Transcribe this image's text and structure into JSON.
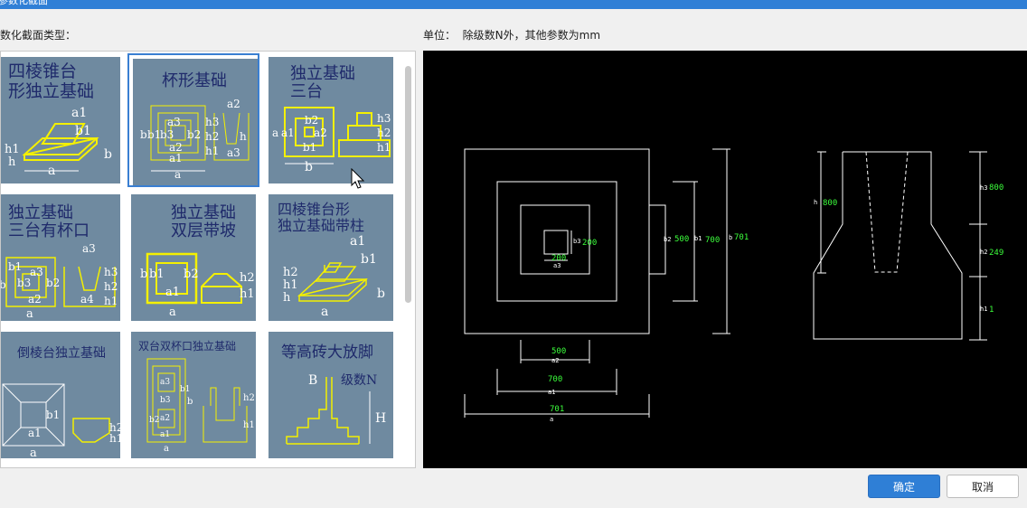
{
  "window": {
    "title_fragment": "参数化截面"
  },
  "labels": {
    "section_type": "数化截面类型：",
    "unit_label": "单位：",
    "unit_text": "除级数N外，其他参数为mm"
  },
  "tiles": [
    {
      "title1": "四棱锥台",
      "title2": "形独立基础",
      "dims": [
        "a1",
        "b1",
        "h1",
        "h",
        "a",
        "b"
      ]
    },
    {
      "title1": "杯形基础",
      "title2": "",
      "dims": [
        "a2",
        "a3",
        "b",
        "b1",
        "b3",
        "b2",
        "a2",
        "a1",
        "h3",
        "h2",
        "h1",
        "h",
        "a3",
        "a"
      ]
    },
    {
      "title1": "独立基础",
      "title2": "三台",
      "dims": [
        "b2",
        "a",
        "a1",
        "a2",
        "b1",
        "h3",
        "h2",
        "h1",
        "b"
      ]
    },
    {
      "title1": "独立基础",
      "title2": "三台有杯口",
      "dims": [
        "a3",
        "b1",
        "a3",
        "b3",
        "b2",
        "b",
        "a2",
        "a",
        "h3",
        "h2",
        "h1",
        "a4"
      ]
    },
    {
      "title1": "独立基础",
      "title2": "双层带坡",
      "dims": [
        "b",
        "b1",
        "b2",
        "a1",
        "a",
        "h2",
        "h1"
      ]
    },
    {
      "title1": "四棱锥台形",
      "title2": "独立基础带柱",
      "dims": [
        "a1",
        "b1",
        "h2",
        "h1",
        "h",
        "a",
        "b"
      ]
    },
    {
      "title1": "倒棱台独立基础",
      "title2": "",
      "dims": [
        "b1",
        "a1",
        "a",
        "h2",
        "h1"
      ]
    },
    {
      "title1": "双台双杯口独立基础",
      "title2": "",
      "dims": [
        "a3",
        "b3",
        "b1",
        "a2",
        "b2",
        "a1",
        "a",
        "b",
        "h2",
        "h1"
      ]
    },
    {
      "title1": "等高砖大放脚",
      "title2": "",
      "dims": [
        "B",
        "级数N",
        "H"
      ]
    }
  ],
  "cad": {
    "plan": {
      "a": "a",
      "a_val": "701",
      "a1": "a1",
      "a1_val": "700",
      "a2": "a2",
      "a2_val": "500",
      "a3": "a3",
      "a3_val": "200",
      "b": "b",
      "b_val": "701",
      "b1": "b1",
      "b1_val": "700",
      "b2": "b2",
      "b2_val": "500",
      "b3": "b3",
      "b3_val": "200"
    },
    "elev": {
      "h": "h",
      "h_val": "800",
      "h3": "h3",
      "h3_val": "800",
      "h2": "h2",
      "h2_val": "249",
      "h1": "h1",
      "h1_val": "1"
    }
  },
  "buttons": {
    "ok": "确定",
    "cancel": "取消"
  },
  "colors": {
    "accent": "#2f7fd6",
    "tile_bg": "#6f8aa0",
    "cad_bg": "#000000",
    "dim_value": "#3cff3c",
    "sketch_line": "#f4f000"
  }
}
